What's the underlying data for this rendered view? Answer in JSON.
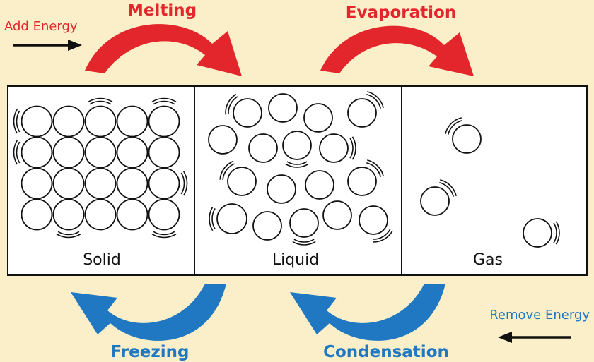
{
  "energy": {
    "add_label": "Add Energy",
    "remove_label": "Remove Energy"
  },
  "transitions": {
    "melting": "Melting",
    "evaporation": "Evaporation",
    "freezing": "Freezing",
    "condensation": "Condensation"
  },
  "states": {
    "solid": "Solid",
    "liquid": "Liquid",
    "gas": "Gas"
  },
  "colors": {
    "background": "#fbefc9",
    "forward_arrow": "#e3262b",
    "reverse_arrow": "#1f78c1",
    "add_energy_text": "#e3262b",
    "remove_energy_text": "#1f78c1"
  }
}
